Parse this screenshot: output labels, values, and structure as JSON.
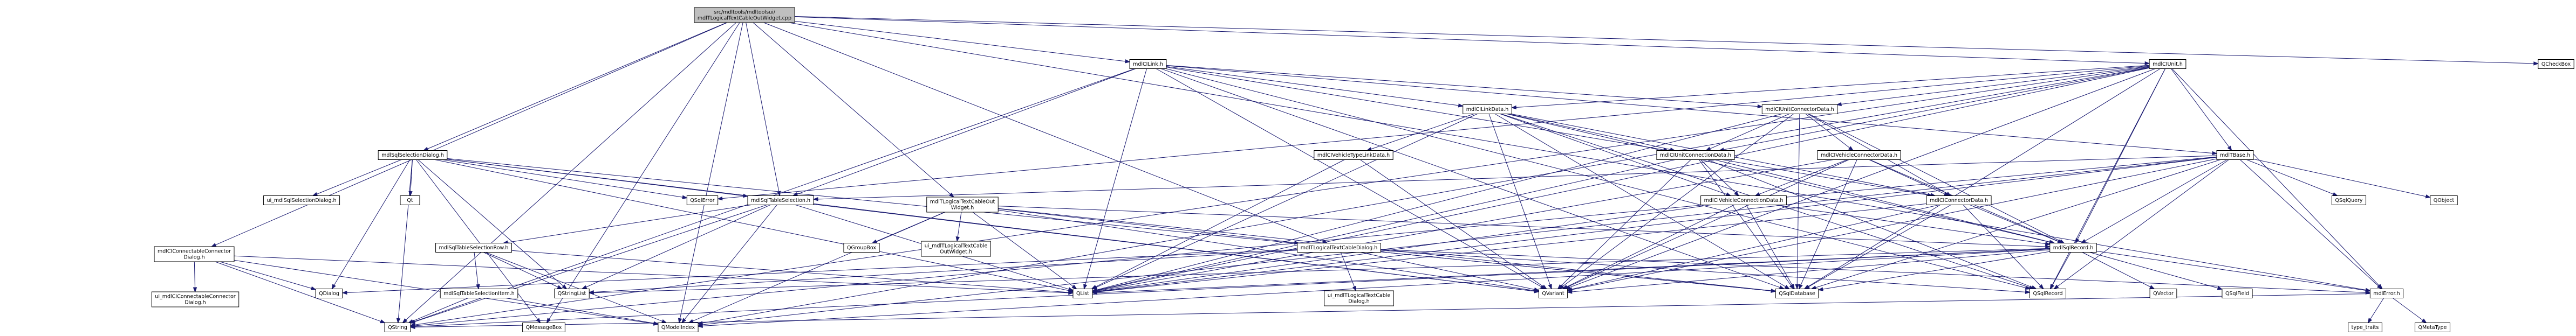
{
  "colors": {
    "root_fill": "#bfbfbf",
    "node_fill": "#ffffff",
    "node_border": "#000000",
    "edge": "#191970"
  },
  "nodes": [
    {
      "id": "root",
      "lines": [
        "src/mdltools/mdltoolsui/",
        "mdlTLogicalTextCableOutWidget.cpp"
      ],
      "root": true
    },
    {
      "id": "mdlCILink_h",
      "lines": [
        "mdlCILink.h"
      ]
    },
    {
      "id": "mdlCIUnit_h",
      "lines": [
        "mdlCIUnit.h"
      ]
    },
    {
      "id": "mdlCILinkData_h",
      "lines": [
        "mdlCILinkData.h"
      ]
    },
    {
      "id": "mdlCIUnitConnectorData_h",
      "lines": [
        "mdlCIUnitConnectorData.h"
      ]
    },
    {
      "id": "mdlSqlSelectionDialog_h",
      "lines": [
        "mdlSqlSelectionDialog.h"
      ]
    },
    {
      "id": "mdlCIVehicleTypeLinkData_h",
      "lines": [
        "mdlCIVehicleTypeLinkData.h"
      ]
    },
    {
      "id": "mdlCIUnitConnectionData_h",
      "lines": [
        "mdlCIUnitConnectionData.h"
      ]
    },
    {
      "id": "mdlCIVehicleConnectorData_h",
      "lines": [
        "mdlCIVehicleConnectorData.h"
      ]
    },
    {
      "id": "mdlTBase_h",
      "lines": [
        "mdlTBase.h"
      ]
    },
    {
      "id": "QCheckBox",
      "lines": [
        "QCheckBox"
      ]
    },
    {
      "id": "mdlSqlTableSelection_h",
      "lines": [
        "mdlSqlTableSelection.h"
      ]
    },
    {
      "id": "mdlTLogicalTextCableOutWidget_h",
      "lines": [
        "mdlTLogicalTextCableOut",
        "Widget.h"
      ]
    },
    {
      "id": "QSqlError",
      "lines": [
        "QSqlError"
      ]
    },
    {
      "id": "ui_mdlSqlSelectionDialog_h",
      "lines": [
        "ui_mdlSqlSelectionDialog.h"
      ]
    },
    {
      "id": "Qt",
      "lines": [
        "Qt"
      ]
    },
    {
      "id": "mdlCIVehicleConnectionData_h",
      "lines": [
        "mdlCIVehicleConnectionData.h"
      ]
    },
    {
      "id": "mdlCIConnectorData_h",
      "lines": [
        "mdlCIConnectorData.h"
      ]
    },
    {
      "id": "QSqlQuery",
      "lines": [
        "QSqlQuery"
      ]
    },
    {
      "id": "QObject",
      "lines": [
        "QObject"
      ]
    },
    {
      "id": "mdlCIConnectableConnectorDialog_h",
      "lines": [
        "mdlCIConnectableConnector",
        "Dialog.h"
      ]
    },
    {
      "id": "mdlSqlTableSelectionRow_h",
      "lines": [
        "mdlSqlTableSelectionRow.h"
      ]
    },
    {
      "id": "QGroupBox",
      "lines": [
        "QGroupBox"
      ]
    },
    {
      "id": "ui_mdlTLogicalTextCableOutWidget_h",
      "lines": [
        "ui_mdlTLogicalTextCable",
        "OutWidget.h"
      ]
    },
    {
      "id": "mdlTLogicalTextCableDialog_h",
      "lines": [
        "mdlTLogicalTextCableDialog.h"
      ]
    },
    {
      "id": "mdlSqlRecord_h",
      "lines": [
        "mdlSqlRecord.h"
      ]
    },
    {
      "id": "QDialog",
      "lines": [
        "QDialog"
      ]
    },
    {
      "id": "ui_mdlCIConnectableConnectorDialog_h",
      "lines": [
        "ui_mdlCIConnectableConnector",
        "Dialog.h"
      ]
    },
    {
      "id": "QStringList",
      "lines": [
        "QStringList"
      ]
    },
    {
      "id": "QList",
      "lines": [
        "QList"
      ]
    },
    {
      "id": "QVariant",
      "lines": [
        "QVariant"
      ]
    },
    {
      "id": "QSqlDatabase",
      "lines": [
        "QSqlDatabase"
      ]
    },
    {
      "id": "QSqlRecord",
      "lines": [
        "QSqlRecord"
      ]
    },
    {
      "id": "QVector",
      "lines": [
        "QVector"
      ]
    },
    {
      "id": "QSqlField",
      "lines": [
        "QSqlField"
      ]
    },
    {
      "id": "mdlError_h",
      "lines": [
        "mdlError.h"
      ]
    },
    {
      "id": "mdlSqlTableSelectionItem_h",
      "lines": [
        "mdlSqlTableSelectionItem.h"
      ]
    },
    {
      "id": "ui_mdlTLogicalTextCableDialog_h",
      "lines": [
        "ui_mdlTLogicalTextCable",
        "Dialog.h"
      ]
    },
    {
      "id": "QString",
      "lines": [
        "QString"
      ]
    },
    {
      "id": "QMessageBox",
      "lines": [
        "QMessageBox"
      ]
    },
    {
      "id": "QModelIndex",
      "lines": [
        "QModelIndex"
      ]
    },
    {
      "id": "type_traits",
      "lines": [
        "type_traits"
      ]
    },
    {
      "id": "QMetaType",
      "lines": [
        "QMetaType"
      ]
    }
  ],
  "edges": [
    [
      "root",
      "mdlCILink_h"
    ],
    [
      "root",
      "mdlCIUnit_h"
    ],
    [
      "root",
      "mdlSqlSelectionDialog_h"
    ],
    [
      "root",
      "mdlCIConnectableConnectorDialog_h"
    ],
    [
      "root",
      "mdlSqlTableSelection_h"
    ],
    [
      "root",
      "mdlTLogicalTextCableOutWidget_h"
    ],
    [
      "root",
      "mdlTLogicalTextCableDialog_h"
    ],
    [
      "root",
      "QCheckBox"
    ],
    [
      "root",
      "QString"
    ],
    [
      "root",
      "QMessageBox"
    ],
    [
      "root",
      "QModelIndex"
    ],
    [
      "root",
      "mdlError_h"
    ],
    [
      "mdlCILink_h",
      "mdlCILinkData_h"
    ],
    [
      "mdlCILink_h",
      "mdlCIUnitConnectorData_h"
    ],
    [
      "mdlCILink_h",
      "mdlCIUnitConnectionData_h"
    ],
    [
      "mdlCILink_h",
      "mdlSqlTableSelection_h"
    ],
    [
      "mdlCILink_h",
      "mdlTBase_h"
    ],
    [
      "mdlCILink_h",
      "QList"
    ],
    [
      "mdlCILink_h",
      "QVariant"
    ],
    [
      "mdlCILink_h",
      "QSqlDatabase"
    ],
    [
      "mdlCILink_h",
      "QSqlRecord"
    ],
    [
      "mdlCILink_h",
      "QString"
    ],
    [
      "mdlCIUnit_h",
      "mdlCIUnitConnectorData_h"
    ],
    [
      "mdlCIUnit_h",
      "mdlCIUnitConnectionData_h"
    ],
    [
      "mdlCIUnit_h",
      "mdlCILinkData_h"
    ],
    [
      "mdlCIUnit_h",
      "mdlTBase_h"
    ],
    [
      "mdlCIUnit_h",
      "mdlSqlRecord_h"
    ],
    [
      "mdlCIUnit_h",
      "mdlError_h"
    ],
    [
      "mdlCIUnit_h",
      "QSqlError"
    ],
    [
      "mdlCIUnit_h",
      "QList"
    ],
    [
      "mdlCIUnit_h",
      "QVariant"
    ],
    [
      "mdlCIUnit_h",
      "QSqlDatabase"
    ],
    [
      "mdlCIUnit_h",
      "QSqlRecord"
    ],
    [
      "mdlCIUnit_h",
      "QString"
    ],
    [
      "mdlCIUnit_h",
      "QModelIndex"
    ],
    [
      "mdlCILinkData_h",
      "mdlCIVehicleTypeLinkData_h"
    ],
    [
      "mdlCILinkData_h",
      "mdlCIUnitConnectionData_h"
    ],
    [
      "mdlCILinkData_h",
      "mdlCIVehicleConnectionData_h"
    ],
    [
      "mdlCILinkData_h",
      "mdlSqlRecord_h"
    ],
    [
      "mdlCILinkData_h",
      "QList"
    ],
    [
      "mdlCILinkData_h",
      "QVariant"
    ],
    [
      "mdlCILinkData_h",
      "QSqlDatabase"
    ],
    [
      "mdlCILinkData_h",
      "QSqlRecord"
    ],
    [
      "mdlCILinkData_h",
      "mdlCIConnectorData_h"
    ],
    [
      "mdlCIUnitConnectorData_h",
      "mdlCIUnitConnectionData_h"
    ],
    [
      "mdlCIUnitConnectorData_h",
      "mdlCIVehicleConnectorData_h"
    ],
    [
      "mdlCIUnitConnectorData_h",
      "mdlCIConnectorData_h"
    ],
    [
      "mdlCIUnitConnectorData_h",
      "mdlSqlRecord_h"
    ],
    [
      "mdlCIUnitConnectorData_h",
      "QList"
    ],
    [
      "mdlCIUnitConnectorData_h",
      "QVariant"
    ],
    [
      "mdlCIUnitConnectorData_h",
      "QSqlDatabase"
    ],
    [
      "mdlCIVehicleTypeLinkData_h",
      "QVariant"
    ],
    [
      "mdlCIVehicleTypeLinkData_h",
      "QList"
    ],
    [
      "mdlCIUnitConnectionData_h",
      "mdlCIVehicleConnectionData_h"
    ],
    [
      "mdlCIUnitConnectionData_h",
      "mdlCIConnectorData_h"
    ],
    [
      "mdlCIUnitConnectionData_h",
      "mdlSqlRecord_h"
    ],
    [
      "mdlCIUnitConnectionData_h",
      "QList"
    ],
    [
      "mdlCIUnitConnectionData_h",
      "QVariant"
    ],
    [
      "mdlCIUnitConnectionData_h",
      "QSqlDatabase"
    ],
    [
      "mdlCIUnitConnectionData_h",
      "QSqlRecord"
    ],
    [
      "mdlCIVehicleConnectorData_h",
      "mdlCIVehicleConnectionData_h"
    ],
    [
      "mdlCIVehicleConnectorData_h",
      "mdlCIConnectorData_h"
    ],
    [
      "mdlCIVehicleConnectorData_h",
      "mdlSqlRecord_h"
    ],
    [
      "mdlCIVehicleConnectorData_h",
      "QList"
    ],
    [
      "mdlCIVehicleConnectorData_h",
      "QVariant"
    ],
    [
      "mdlCIVehicleConnectorData_h",
      "QSqlDatabase"
    ],
    [
      "mdlCIVehicleConnectionData_h",
      "mdlSqlRecord_h"
    ],
    [
      "mdlCIVehicleConnectionData_h",
      "QList"
    ],
    [
      "mdlCIVehicleConnectionData_h",
      "QVariant"
    ],
    [
      "mdlCIVehicleConnectionData_h",
      "QSqlDatabase"
    ],
    [
      "mdlCIConnectorData_h",
      "mdlSqlRecord_h"
    ],
    [
      "mdlCIConnectorData_h",
      "QVariant"
    ],
    [
      "mdlCIConnectorData_h",
      "QSqlDatabase"
    ],
    [
      "mdlCIConnectorData_h",
      "QSqlRecord"
    ],
    [
      "mdlCIConnectorData_h",
      "QList"
    ],
    [
      "mdlTBase_h",
      "mdlSqlTableSelection_h"
    ],
    [
      "mdlTBase_h",
      "mdlSqlRecord_h"
    ],
    [
      "mdlTBase_h",
      "QSqlQuery"
    ],
    [
      "mdlTBase_h",
      "QObject"
    ],
    [
      "mdlTBase_h",
      "mdlError_h"
    ],
    [
      "mdlTBase_h",
      "QList"
    ],
    [
      "mdlTBase_h",
      "QVariant"
    ],
    [
      "mdlTBase_h",
      "QSqlDatabase"
    ],
    [
      "mdlTBase_h",
      "QSqlRecord"
    ],
    [
      "mdlTBase_h",
      "QString"
    ],
    [
      "mdlTBase_h",
      "QModelIndex"
    ],
    [
      "mdlSqlSelectionDialog_h",
      "mdlSqlTableSelection_h"
    ],
    [
      "mdlSqlSelectionDialog_h",
      "ui_mdlSqlSelectionDialog_h"
    ],
    [
      "mdlSqlSelectionDialog_h",
      "Qt"
    ],
    [
      "mdlSqlSelectionDialog_h",
      "QSqlError"
    ],
    [
      "mdlSqlSelectionDialog_h",
      "QDialog"
    ],
    [
      "mdlSqlSelectionDialog_h",
      "QStringList"
    ],
    [
      "mdlSqlSelectionDialog_h",
      "QList"
    ],
    [
      "mdlSqlSelectionDialog_h",
      "QVariant"
    ],
    [
      "mdlSqlSelectionDialog_h",
      "QSqlDatabase"
    ],
    [
      "mdlSqlSelectionDialog_h",
      "QString"
    ],
    [
      "mdlSqlSelectionDialog_h",
      "QMessageBox"
    ],
    [
      "mdlSqlTableSelection_h",
      "mdlSqlTableSelectionRow_h"
    ],
    [
      "mdlSqlTableSelection_h",
      "QStringList"
    ],
    [
      "mdlSqlTableSelection_h",
      "QList"
    ],
    [
      "mdlSqlTableSelection_h",
      "QVariant"
    ],
    [
      "mdlSqlTableSelection_h",
      "QModelIndex"
    ],
    [
      "mdlSqlTableSelection_h",
      "QString"
    ],
    [
      "mdlSqlTableSelectionRow_h",
      "mdlSqlTableSelectionItem_h"
    ],
    [
      "mdlSqlTableSelectionRow_h",
      "QStringList"
    ],
    [
      "mdlSqlTableSelectionRow_h",
      "QList"
    ],
    [
      "mdlSqlTableSelectionRow_h",
      "QModelIndex"
    ],
    [
      "mdlSqlTableSelectionItem_h",
      "QString"
    ],
    [
      "mdlSqlTableSelectionItem_h",
      "QModelIndex"
    ],
    [
      "mdlTLogicalTextCableOutWidget_h",
      "QGroupBox"
    ],
    [
      "mdlTLogicalTextCableOutWidget_h",
      "ui_mdlTLogicalTextCableOutWidget_h"
    ],
    [
      "mdlTLogicalTextCableOutWidget_h",
      "mdlTLogicalTextCableDialog_h"
    ],
    [
      "mdlTLogicalTextCableOutWidget_h",
      "mdlSqlRecord_h"
    ],
    [
      "mdlTLogicalTextCableOutWidget_h",
      "QList"
    ],
    [
      "mdlTLogicalTextCableOutWidget_h",
      "QVariant"
    ],
    [
      "mdlTLogicalTextCableOutWidget_h",
      "QSqlDatabase"
    ],
    [
      "mdlTLogicalTextCableOutWidget_h",
      "QModelIndex"
    ],
    [
      "mdlTLogicalTextCableDialog_h",
      "ui_mdlTLogicalTextCableDialog_h"
    ],
    [
      "mdlTLogicalTextCableDialog_h",
      "QDialog"
    ],
    [
      "mdlTLogicalTextCableDialog_h",
      "QStringList"
    ],
    [
      "mdlTLogicalTextCableDialog_h",
      "QVariant"
    ],
    [
      "mdlTLogicalTextCableDialog_h",
      "QSqlDatabase"
    ],
    [
      "mdlTLogicalTextCableDialog_h",
      "QSqlRecord"
    ],
    [
      "mdlTLogicalTextCableDialog_h",
      "mdlError_h"
    ],
    [
      "mdlCIConnectableConnectorDialog_h",
      "ui_mdlCIConnectableConnectorDialog_h"
    ],
    [
      "mdlCIConnectableConnectorDialog_h",
      "QDialog"
    ],
    [
      "mdlCIConnectableConnectorDialog_h",
      "QString"
    ],
    [
      "mdlCIConnectableConnectorDialog_h",
      "QList"
    ],
    [
      "mdlCIConnectableConnectorDialog_h",
      "QModelIndex"
    ],
    [
      "mdlSqlRecord_h",
      "QSqlRecord"
    ],
    [
      "mdlSqlRecord_h",
      "QVector"
    ],
    [
      "mdlSqlRecord_h",
      "QSqlField"
    ],
    [
      "mdlSqlRecord_h",
      "mdlError_h"
    ],
    [
      "mdlSqlRecord_h",
      "QList"
    ],
    [
      "mdlSqlRecord_h",
      "QVariant"
    ],
    [
      "mdlSqlRecord_h",
      "QSqlDatabase"
    ],
    [
      "mdlSqlRecord_h",
      "QString"
    ],
    [
      "mdlSqlRecord_h",
      "QModelIndex"
    ],
    [
      "mdlSqlRecord_h",
      "QStringList"
    ],
    [
      "mdlError_h",
      "type_traits"
    ],
    [
      "mdlError_h",
      "QMetaType"
    ],
    [
      "mdlError_h",
      "QString"
    ]
  ]
}
